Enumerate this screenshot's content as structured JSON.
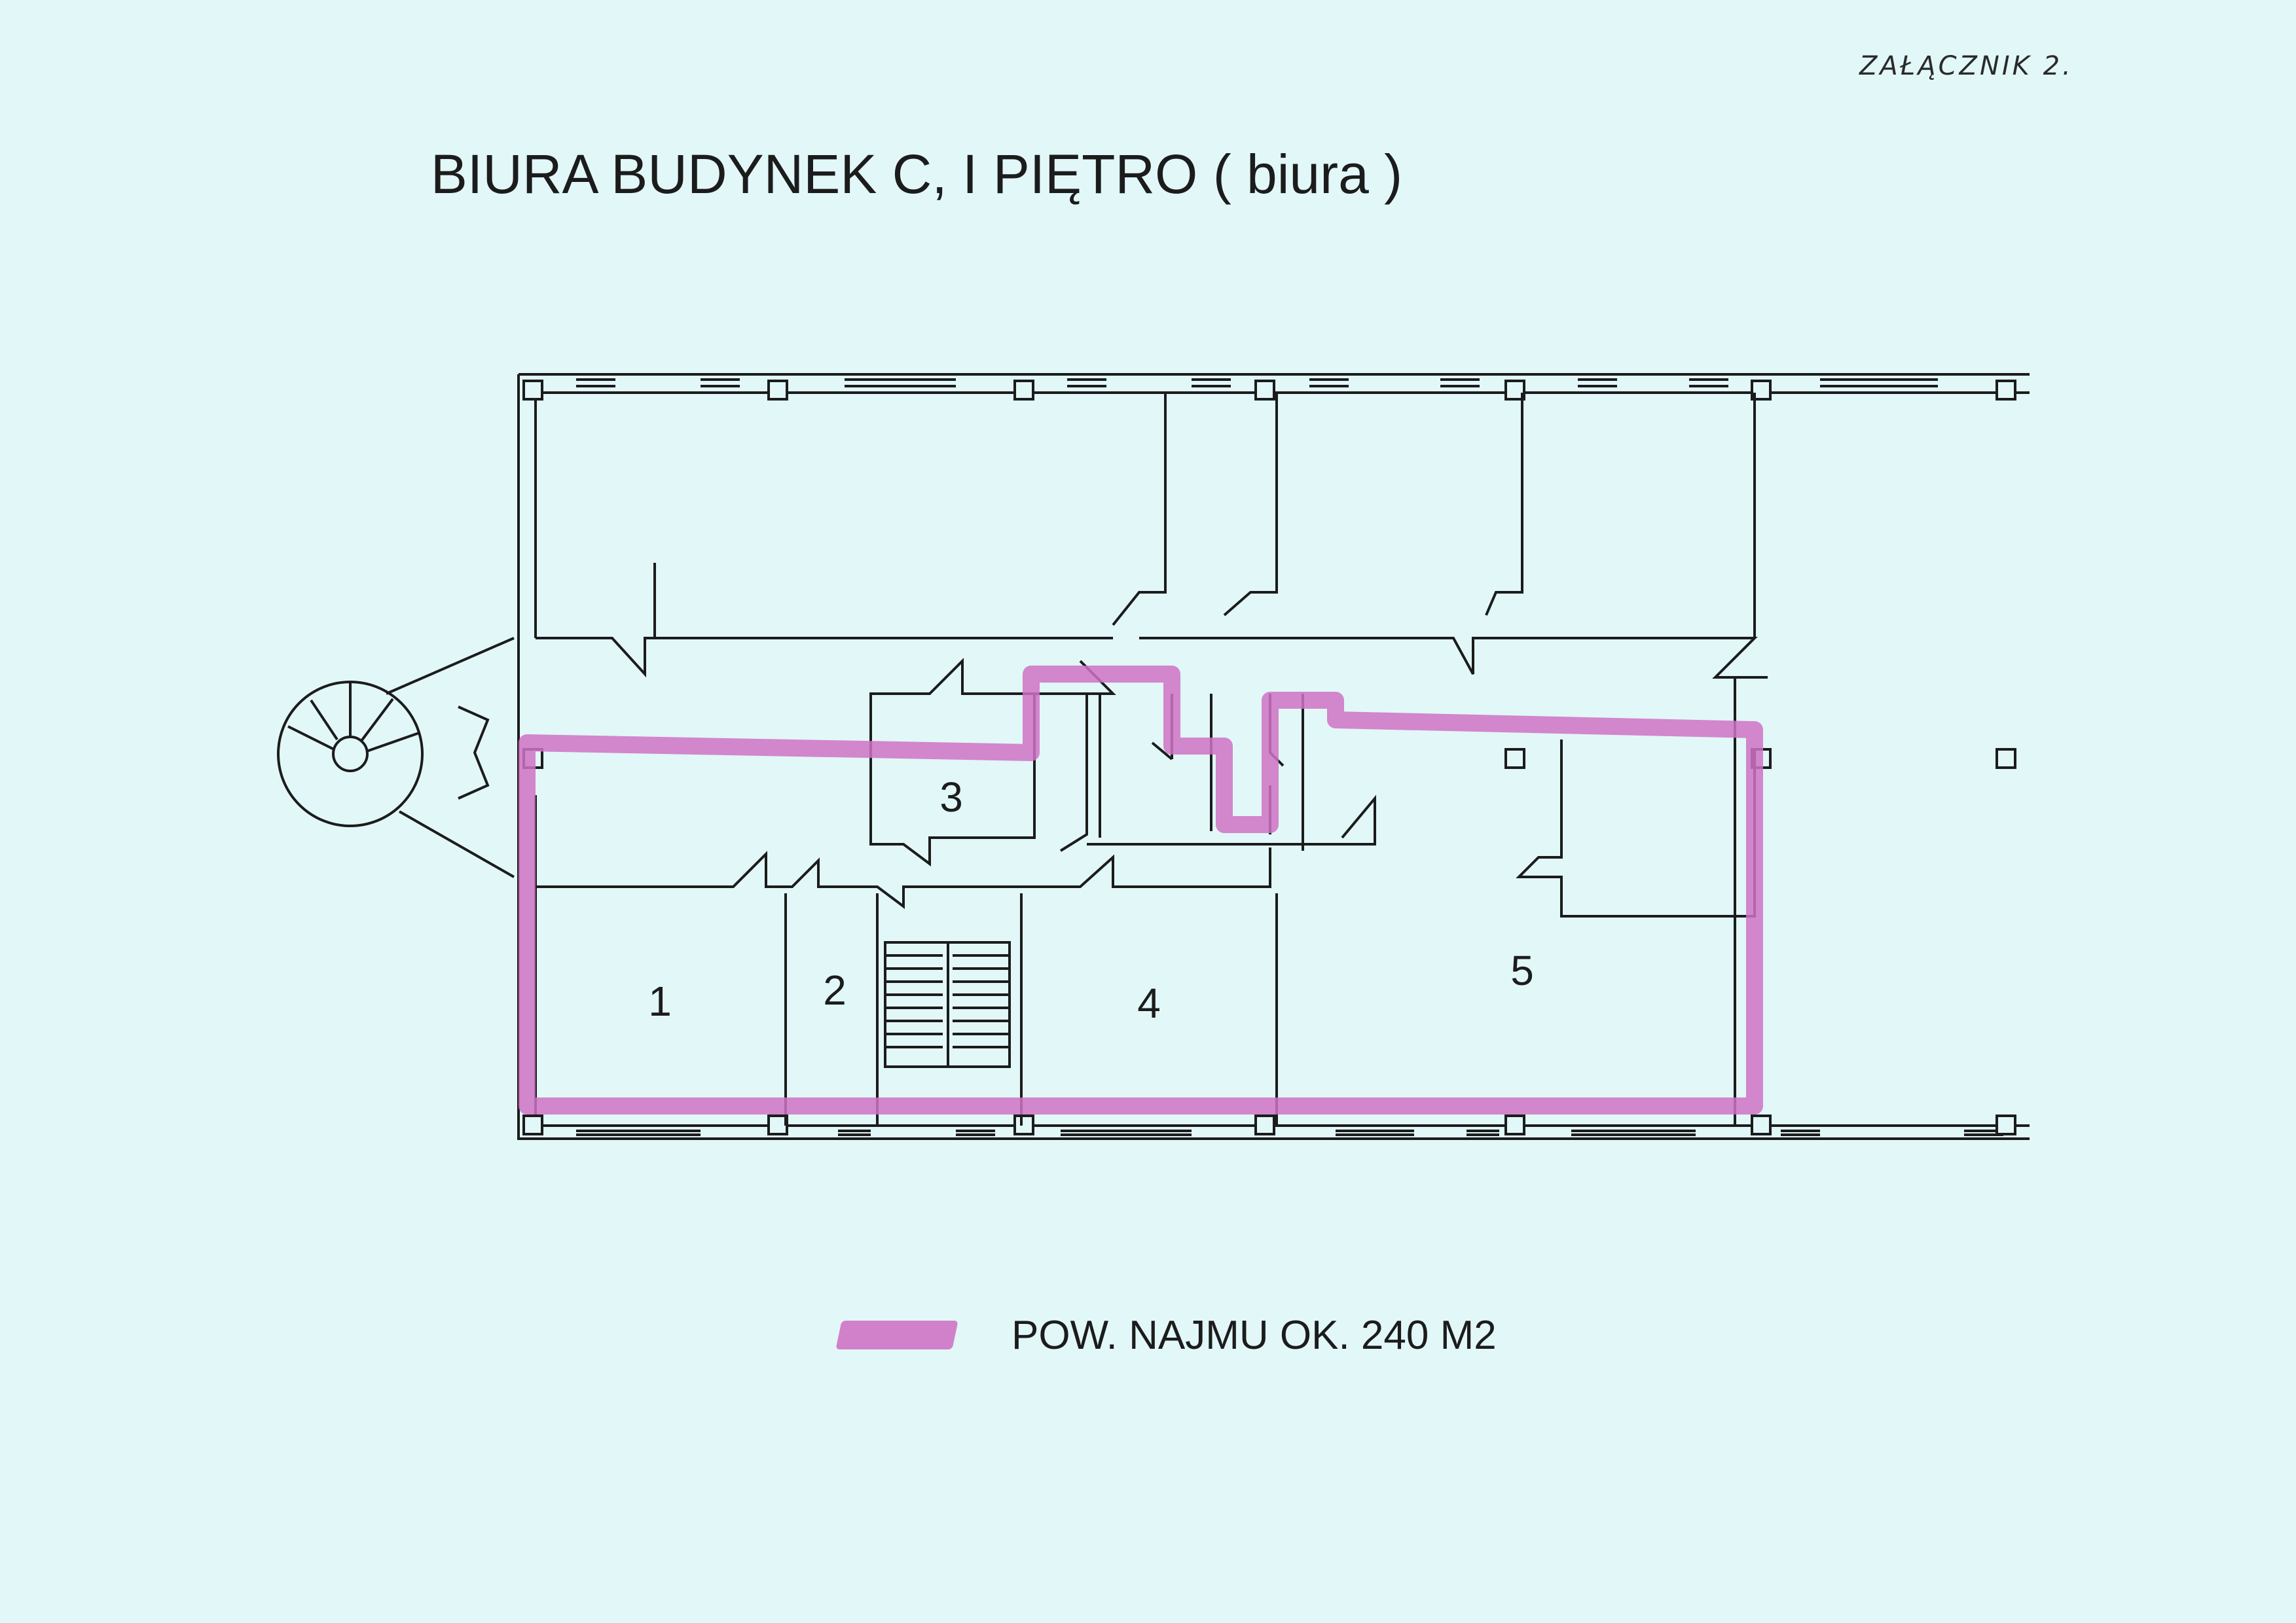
{
  "annotation": "ZAŁĄCZNIK 2.",
  "title": "BIURA  BUDYNEK C, I PIĘTRO ( biura )",
  "rooms": [
    {
      "number": "1"
    },
    {
      "number": "2"
    },
    {
      "number": "3"
    },
    {
      "number": "4"
    },
    {
      "number": "5"
    }
  ],
  "legend": {
    "text": "POW. NAJMU OK. 240 M2",
    "color": "#cf72c4"
  },
  "colors": {
    "paper": "#e2f7f8",
    "lines": "#1c1c1c",
    "highlight": "#cf72c4"
  }
}
